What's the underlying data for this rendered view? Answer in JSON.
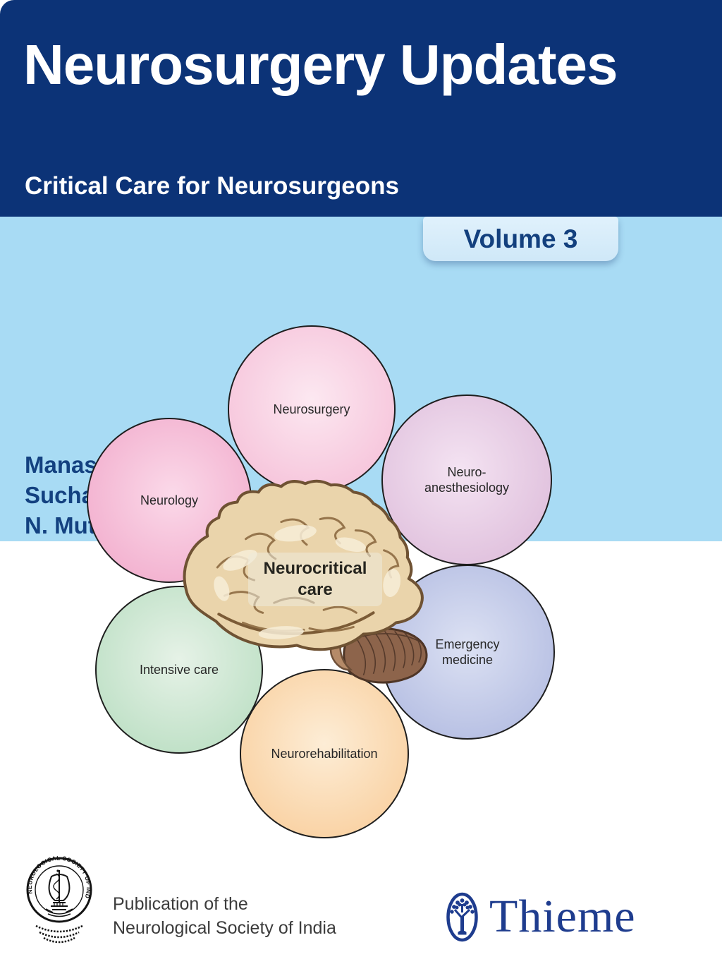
{
  "cover": {
    "title": "Neurosurgery Updates",
    "subtitle": "Critical Care for Neurosurgeons",
    "volume_badge": "Volume 3",
    "authors": [
      "Manas Panigrahi",
      "Suchanda Bhattacharjee",
      "N. Muthukumar"
    ]
  },
  "diagram": {
    "center_label": "Neurocritical\ncare",
    "circles": [
      {
        "label": "Neurosurgery",
        "color": "#f6c3da"
      },
      {
        "label": "Neuro-\nanesthesiology",
        "color": "#dfbfdc"
      },
      {
        "label": "Neurology",
        "color": "#f2afce"
      },
      {
        "label": "Emergency\nmedicine",
        "color": "#b4bde2"
      },
      {
        "label": "Intensive care",
        "color": "#bcdfc4"
      },
      {
        "label": "Neurorehabilitation",
        "color": "#f9d0a0"
      }
    ]
  },
  "footer": {
    "seal_text": "NEUROLOGICAL SOCIETY OF INDIA",
    "publisher_note": "Publication of the\nNeurological Society of India",
    "publisher_name": "Thieme"
  },
  "colors": {
    "header_navy": "#0c3377",
    "band_light_blue": "#a8dbf4",
    "badge_bg": "#d8edfa",
    "author_navy": "#134180",
    "thieme_blue": "#1e3c8e",
    "brain_tan": "#ead4ab",
    "cerebellum_brown": "#8d644b"
  }
}
